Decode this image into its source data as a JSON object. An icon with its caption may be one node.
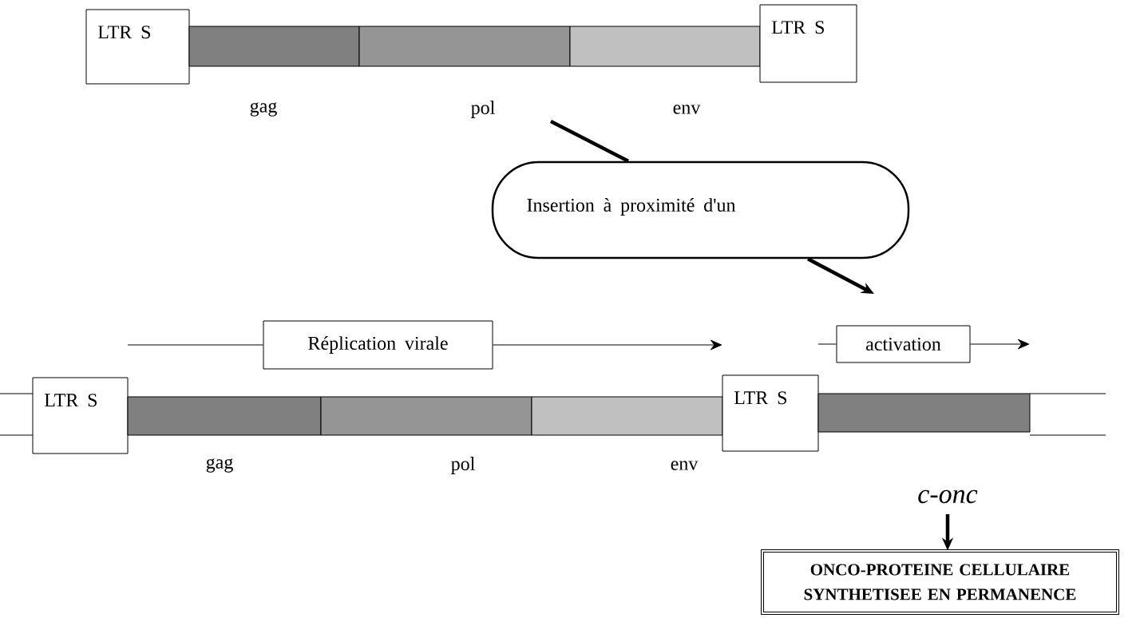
{
  "diagram": {
    "nodes": [
      {
        "text": [
          "LTR S"
        ]
      },
      {
        "text": [],
        "shape": "bar",
        "beside": [
          "gag"
        ]
      },
      {
        "text": [],
        "shape": "bar",
        "beside": [
          "pol"
        ]
      },
      {
        "text": [],
        "shape": "bar",
        "beside": [
          "env"
        ]
      },
      {
        "text": [
          "LTR S"
        ]
      },
      {
        "text": [
          "Insertion à proximité d'un"
        ]
      },
      {
        "text": [
          "Réplication virale"
        ]
      },
      {
        "text": [
          "activation"
        ]
      },
      {
        "text": [
          "LTR S"
        ]
      },
      {
        "text": [],
        "shape": "bar",
        "beside": [
          "gag"
        ]
      },
      {
        "text": [],
        "shape": "bar",
        "beside": [
          "pol"
        ]
      },
      {
        "text": [],
        "shape": "bar",
        "beside": [
          "env"
        ]
      },
      {
        "text": [
          "LTR S"
        ]
      },
      {
        "text": [],
        "shape": "bar",
        "beside": [
          "c-onc"
        ]
      },
      {
        "text": [
          "ONCO-PROTEINE CELLULAIRE SYNTHETISEE EN PERMANENCE"
        ]
      }
    ],
    "edges": [
      {
        "from": null,
        "to": 5,
        "arrow": "none",
        "style": "thick"
      },
      {
        "from": 5,
        "to": null,
        "arrow": "to",
        "style": "thick"
      },
      {
        "from": null,
        "to": 6,
        "arrow": "none"
      },
      {
        "from": 6,
        "to": null,
        "arrow": "to"
      },
      {
        "from": null,
        "to": 7,
        "arrow": "none"
      },
      {
        "from": 7,
        "to": null,
        "arrow": "to"
      },
      {
        "from": 13,
        "to": 14,
        "arrow": "to",
        "style": "thick"
      }
    ]
  }
}
